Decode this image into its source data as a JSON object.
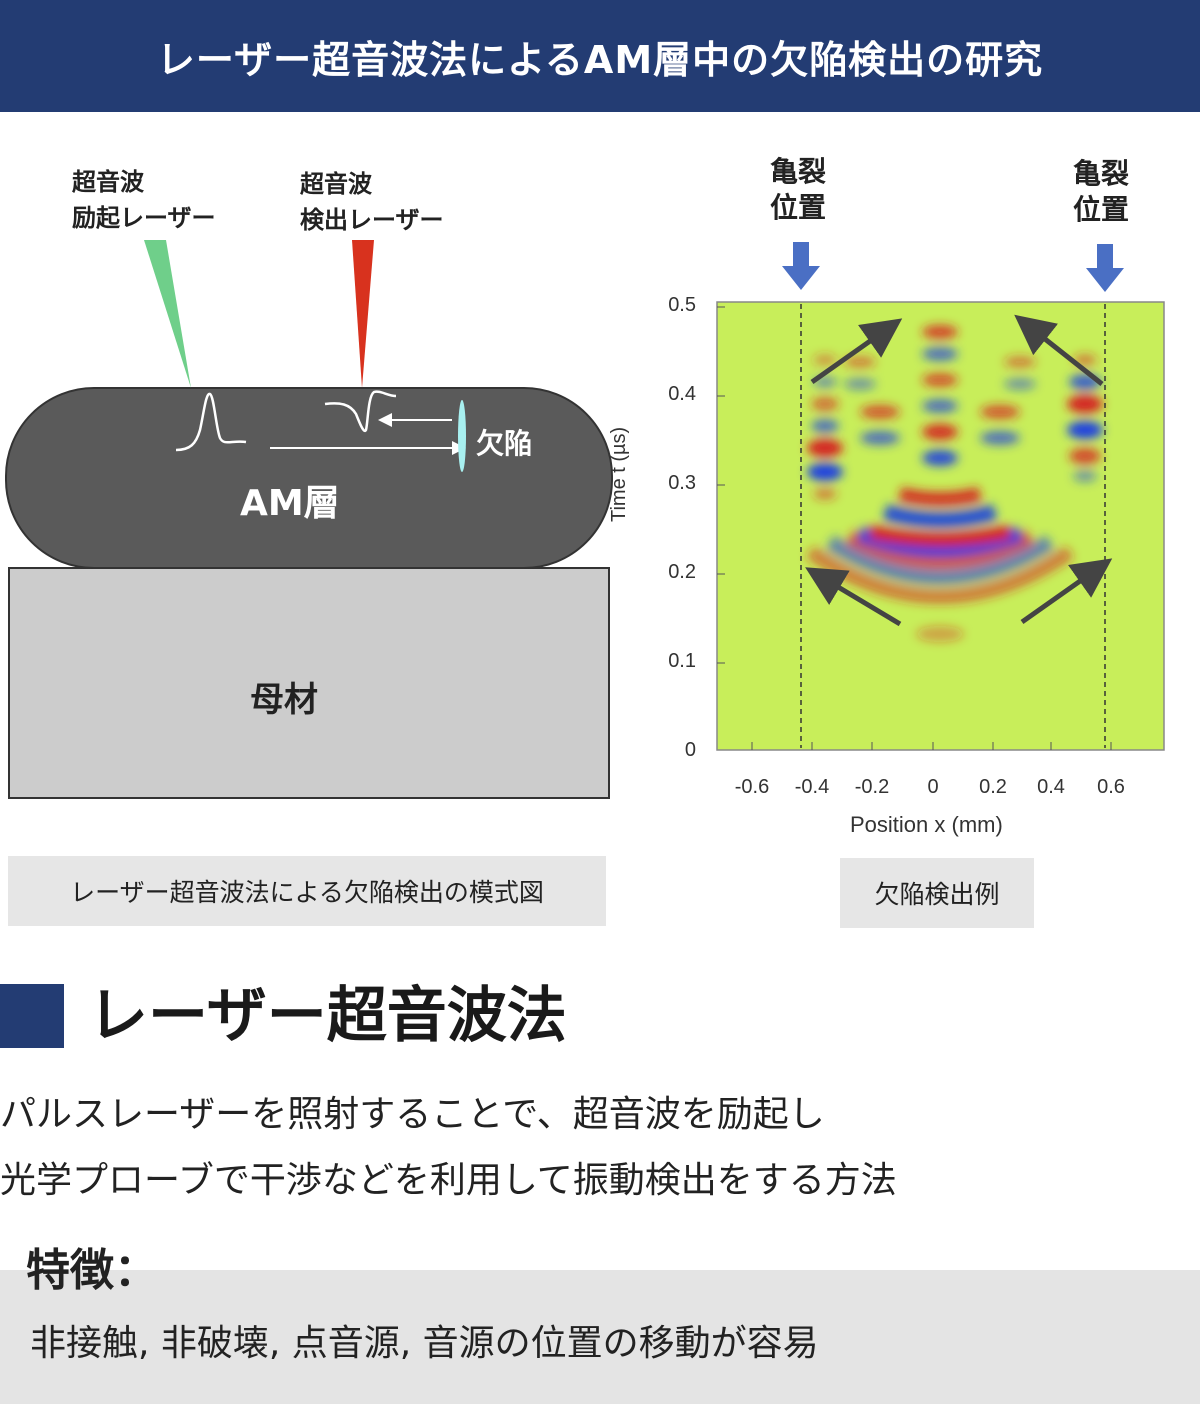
{
  "header": {
    "title": "レーザー超音波法によるAM層中の欠陥検出の研究"
  },
  "diagram": {
    "excitation_laser_line1": "超音波",
    "excitation_laser_line2": "励起レーザー",
    "detection_laser_line1": "超音波",
    "detection_laser_line2": "検出レーザー",
    "defect_label": "欠陥",
    "am_layer_label": "AM層",
    "base_material_label": "母材",
    "colors": {
      "excitation_laser": "#6fcf8a",
      "detection_laser": "#d8321e",
      "am_layer": "#5a5a5a",
      "base_material": "#cccccc",
      "defect": "#a8f0f0"
    },
    "caption": "レーザー超音波法による欠陥検出の模式図"
  },
  "heatmap": {
    "crack_left_line1": "亀裂",
    "crack_left_line2": "位置",
    "crack_right_line1": "亀裂",
    "crack_right_line2": "位置",
    "y_ticks": [
      "0.5",
      "0.4",
      "0.3",
      "0.2",
      "0.1",
      "0"
    ],
    "x_ticks": [
      "-0.6",
      "-0.4",
      "-0.2",
      "0",
      "0.2",
      "0.4",
      "0.6"
    ],
    "ylabel": "Time t (µs)",
    "xlabel": "Position x (mm)",
    "colors": {
      "background": "#c8ee5a",
      "positive": "#d42020",
      "negative": "#1a3fe0",
      "marker_arrow": "#4a6fc4"
    },
    "caption": "欠陥検出例"
  },
  "chart_data": {
    "type": "heatmap",
    "title": "",
    "xlabel": "Position x (mm)",
    "ylabel": "Time t (µs)",
    "xlim": [
      -0.75,
      0.75
    ],
    "ylim": [
      0,
      0.5
    ],
    "crack_positions_x": [
      -0.45,
      0.58
    ],
    "x_ticks": [
      -0.6,
      -0.4,
      -0.2,
      0,
      0.2,
      0.4,
      0.6
    ],
    "y_ticks": [
      0,
      0.1,
      0.2,
      0.3,
      0.4,
      0.5
    ]
  },
  "section": {
    "title": "レーザー超音波法",
    "desc_line1": "パルスレーザーを照射することで、超音波を励起し",
    "desc_line2": "光学プローブで干渉などを利用して振動検出をする方法"
  },
  "features": {
    "title": "特徴：",
    "text": "非接触, 非破壊, 点音源, 音源の位置の移動が容易"
  }
}
